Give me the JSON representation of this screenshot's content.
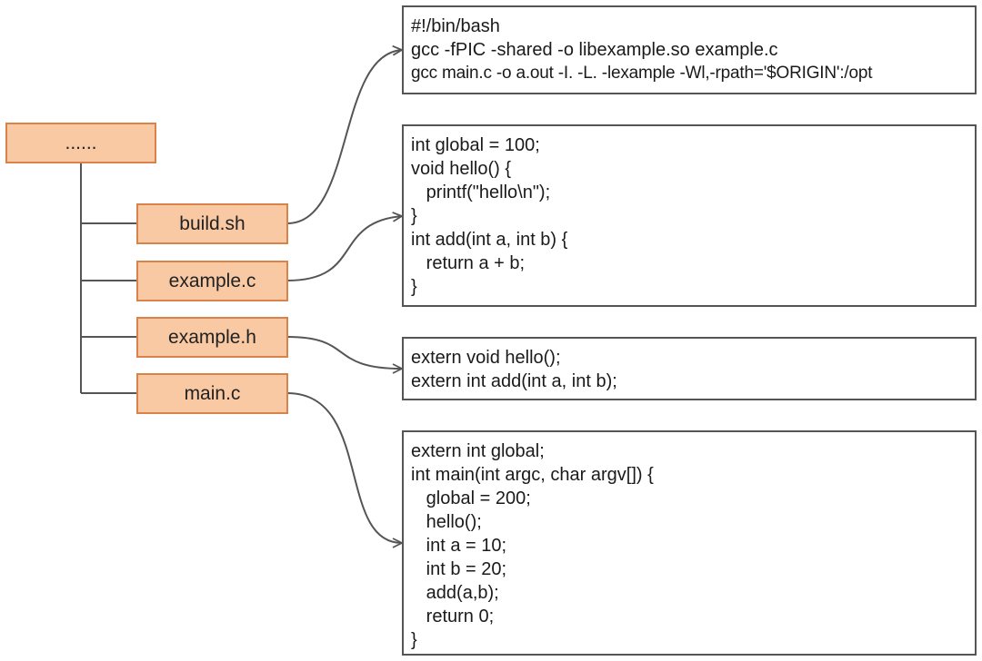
{
  "tree": {
    "root": "......",
    "files": [
      "build.sh",
      "example.c",
      "example.h",
      "main.c"
    ]
  },
  "code": {
    "build_sh": [
      "#!/bin/bash",
      "gcc -fPIC -shared -o libexample.so example.c",
      "gcc main.c -o a.out -I. -L. -lexample -Wl,-rpath='$ORIGIN':/opt"
    ],
    "example_c": [
      "int global = 100;",
      "void hello() {",
      "   printf(\"hello\\n\");",
      "}",
      "int add(int a, int b) {",
      "   return a + b;",
      "}"
    ],
    "example_h": [
      "extern void hello();",
      "extern int add(int a, int b);"
    ],
    "main_c": [
      "extern int global;",
      "int main(int argc, char argv[]) {",
      "   global = 200;",
      "   hello();",
      "   int a = 10;",
      "   int b = 20;",
      "   add(a,b);",
      "   return 0;",
      "}"
    ]
  },
  "colors": {
    "node_fill": "#f9c9a4",
    "node_border": "#d9824a",
    "line": "#555555"
  }
}
